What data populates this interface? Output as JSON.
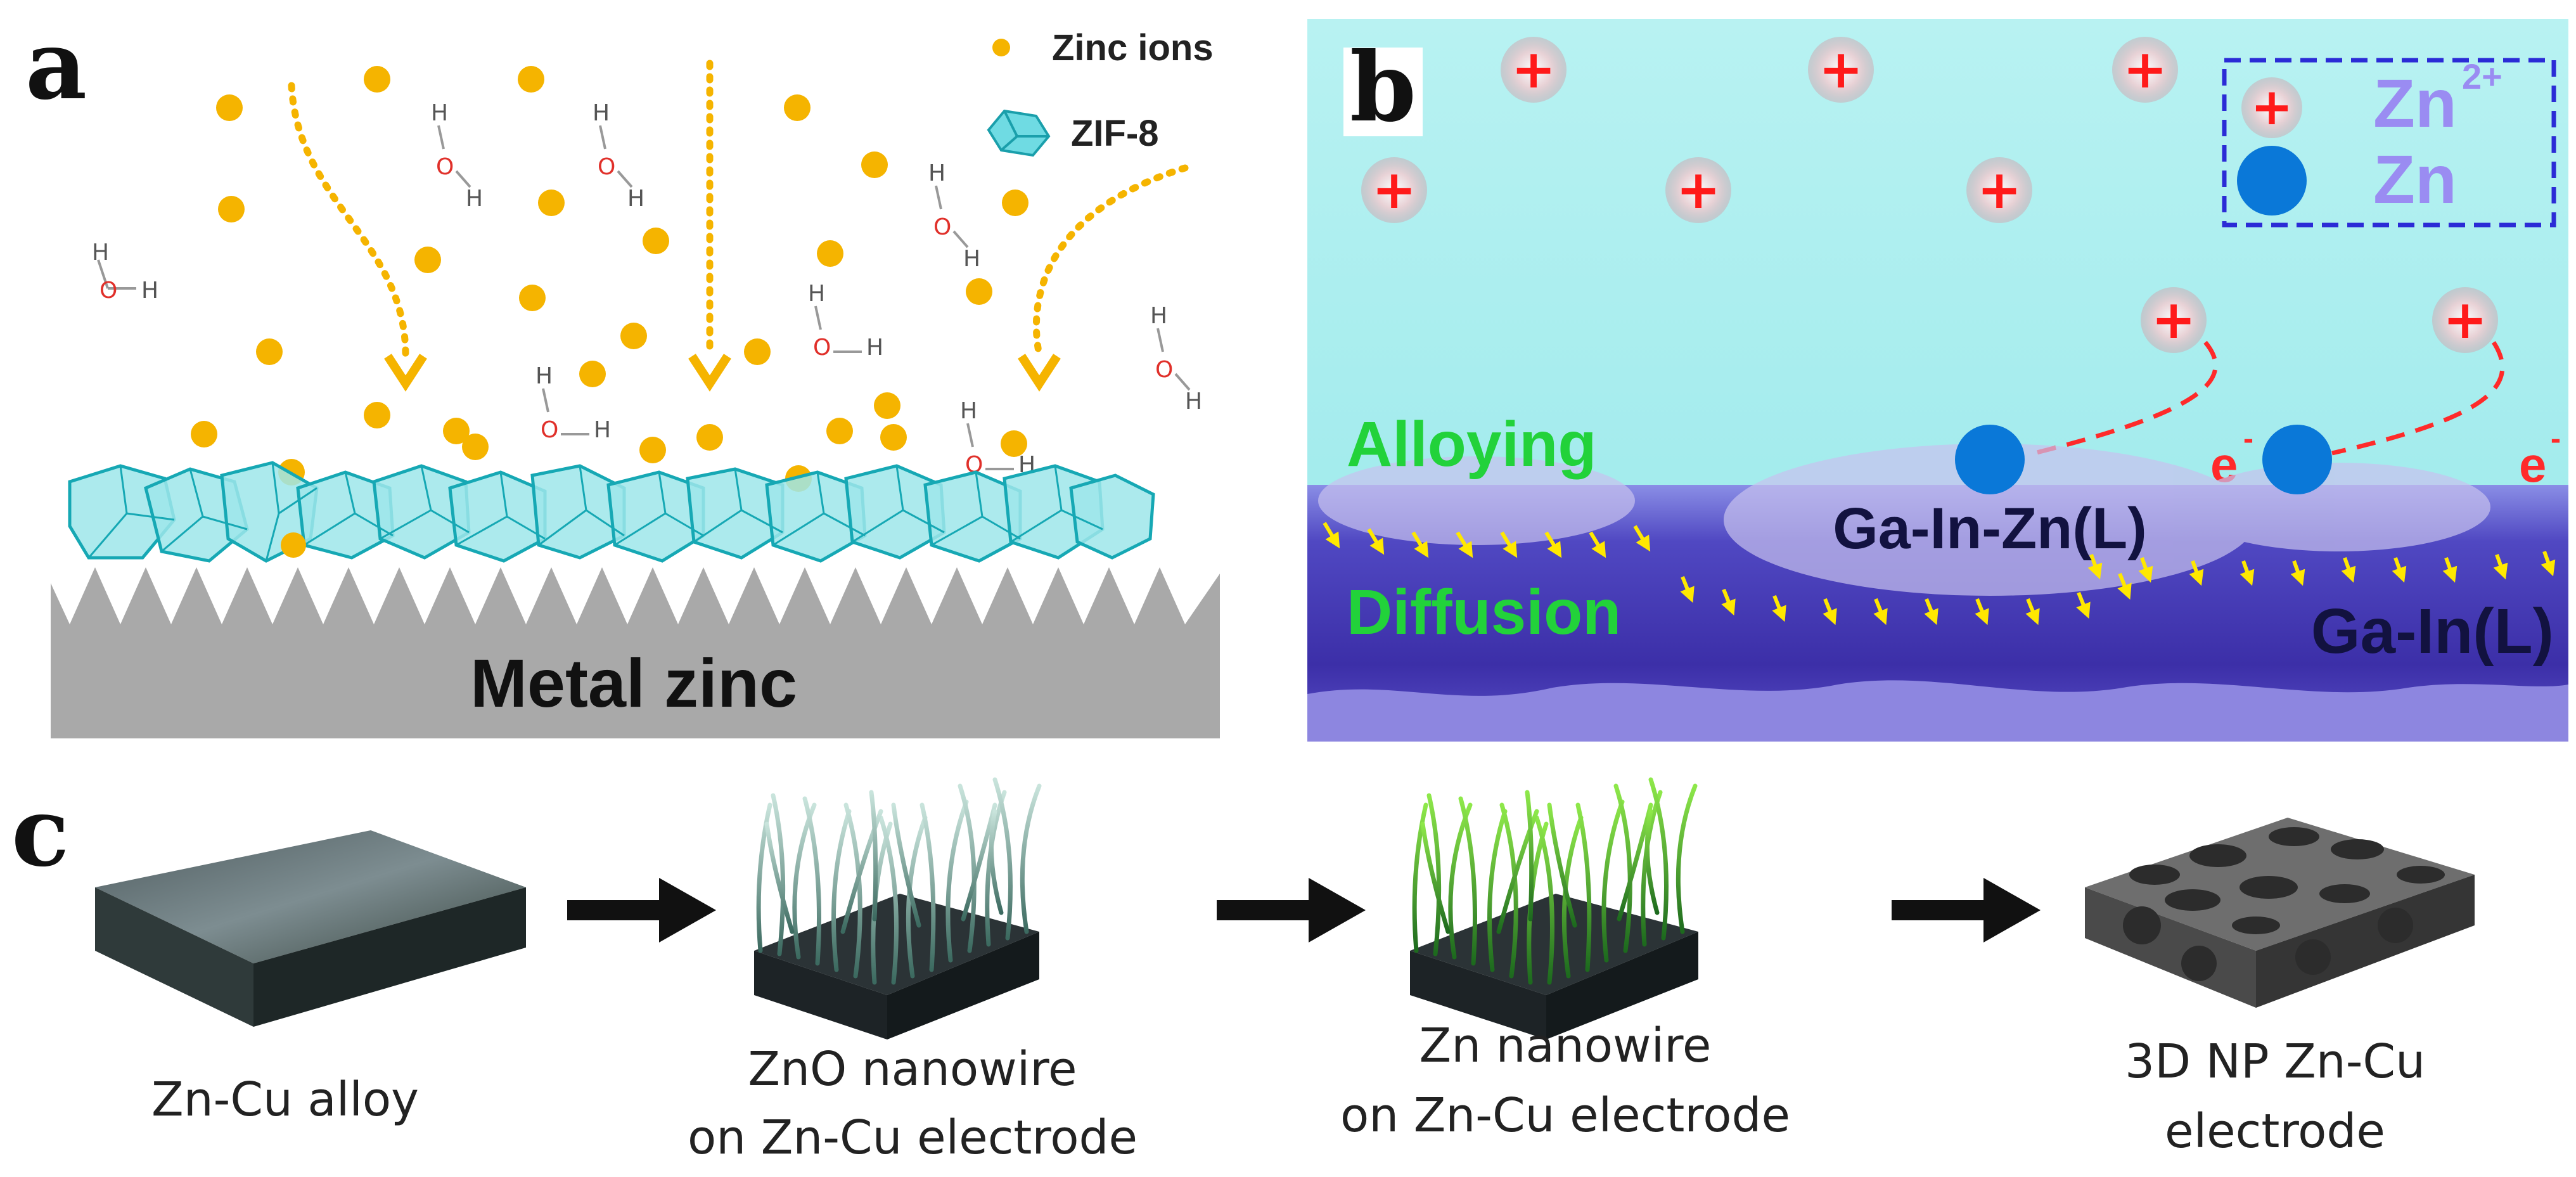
{
  "panel_a": {
    "letter": "a",
    "legend_ion": "Zinc ions",
    "legend_zif": "ZIF-8",
    "water_h": "H",
    "water_o": "O",
    "base_label": "Metal zinc"
  },
  "panel_b": {
    "letter": "b",
    "legend_ion": "Zn",
    "legend_ion_charge": "2+",
    "legend_atom": "Zn",
    "plus": "+",
    "electron": "e",
    "electron_charge": "-",
    "alloying": "Alloying",
    "diffusion": "Diffusion",
    "layer_top": "Ga-In-Zn(L)",
    "layer_bottom": "Ga-In(L)"
  },
  "panel_c": {
    "letter": "c",
    "steps": [
      {
        "line1": "Zn-Cu alloy",
        "line2": ""
      },
      {
        "line1": "ZnO  nanowire",
        "line2": "on Zn-Cu electrode"
      },
      {
        "line1": "Zn  nanowire",
        "line2": "on Zn-Cu electrode"
      },
      {
        "line1": "3D NP Zn-Cu",
        "line2": "electrode"
      }
    ]
  },
  "colors": {
    "zinc_ion": "#f5b400",
    "zif": "#1fbcc8",
    "water_o": "#e0302a",
    "panel_b_bg": "#a8ecee",
    "liquid_metal": "#4b3fb8",
    "alloy_text": "#22d23a",
    "zn_atom": "#0a78d8",
    "electron": "#ff2a2a",
    "legend_box": "#2b2bd6"
  }
}
